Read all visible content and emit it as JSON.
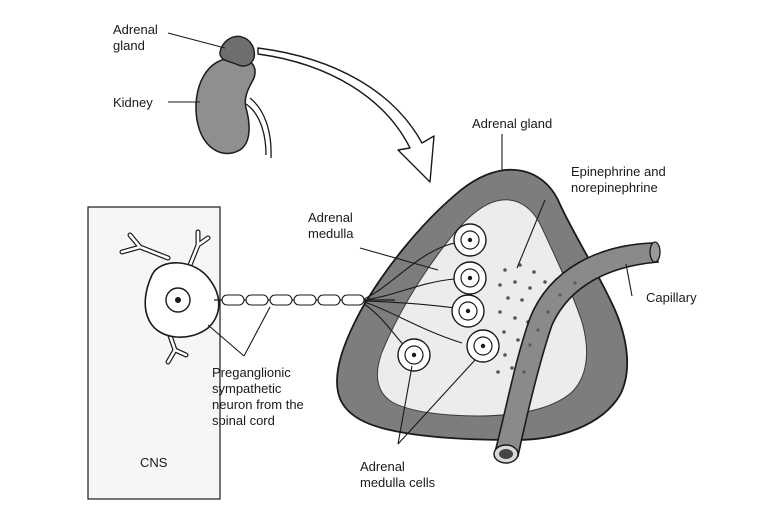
{
  "labels": {
    "adrenal_gland_small": [
      "Adrenal",
      "gland"
    ],
    "kidney": "Kidney",
    "adrenal_gland": "Adrenal gland",
    "epinephrine": [
      "Epinephrine and",
      "norepinephrine"
    ],
    "adrenal_medulla": [
      "Adrenal",
      "medulla"
    ],
    "capillary": "Capillary",
    "preganglionic": [
      "Preganglionic",
      "sympathetic",
      "neuron from the",
      "spinal cord"
    ],
    "cns": "CNS",
    "medulla_cells": [
      "Adrenal",
      "medulla cells"
    ]
  },
  "colors": {
    "cortex": "#7d7d7d",
    "medulla": "#ececec",
    "capillary": "#8a8a8a",
    "kidney": "#8f8f8f",
    "outline": "#1a1a1a"
  }
}
